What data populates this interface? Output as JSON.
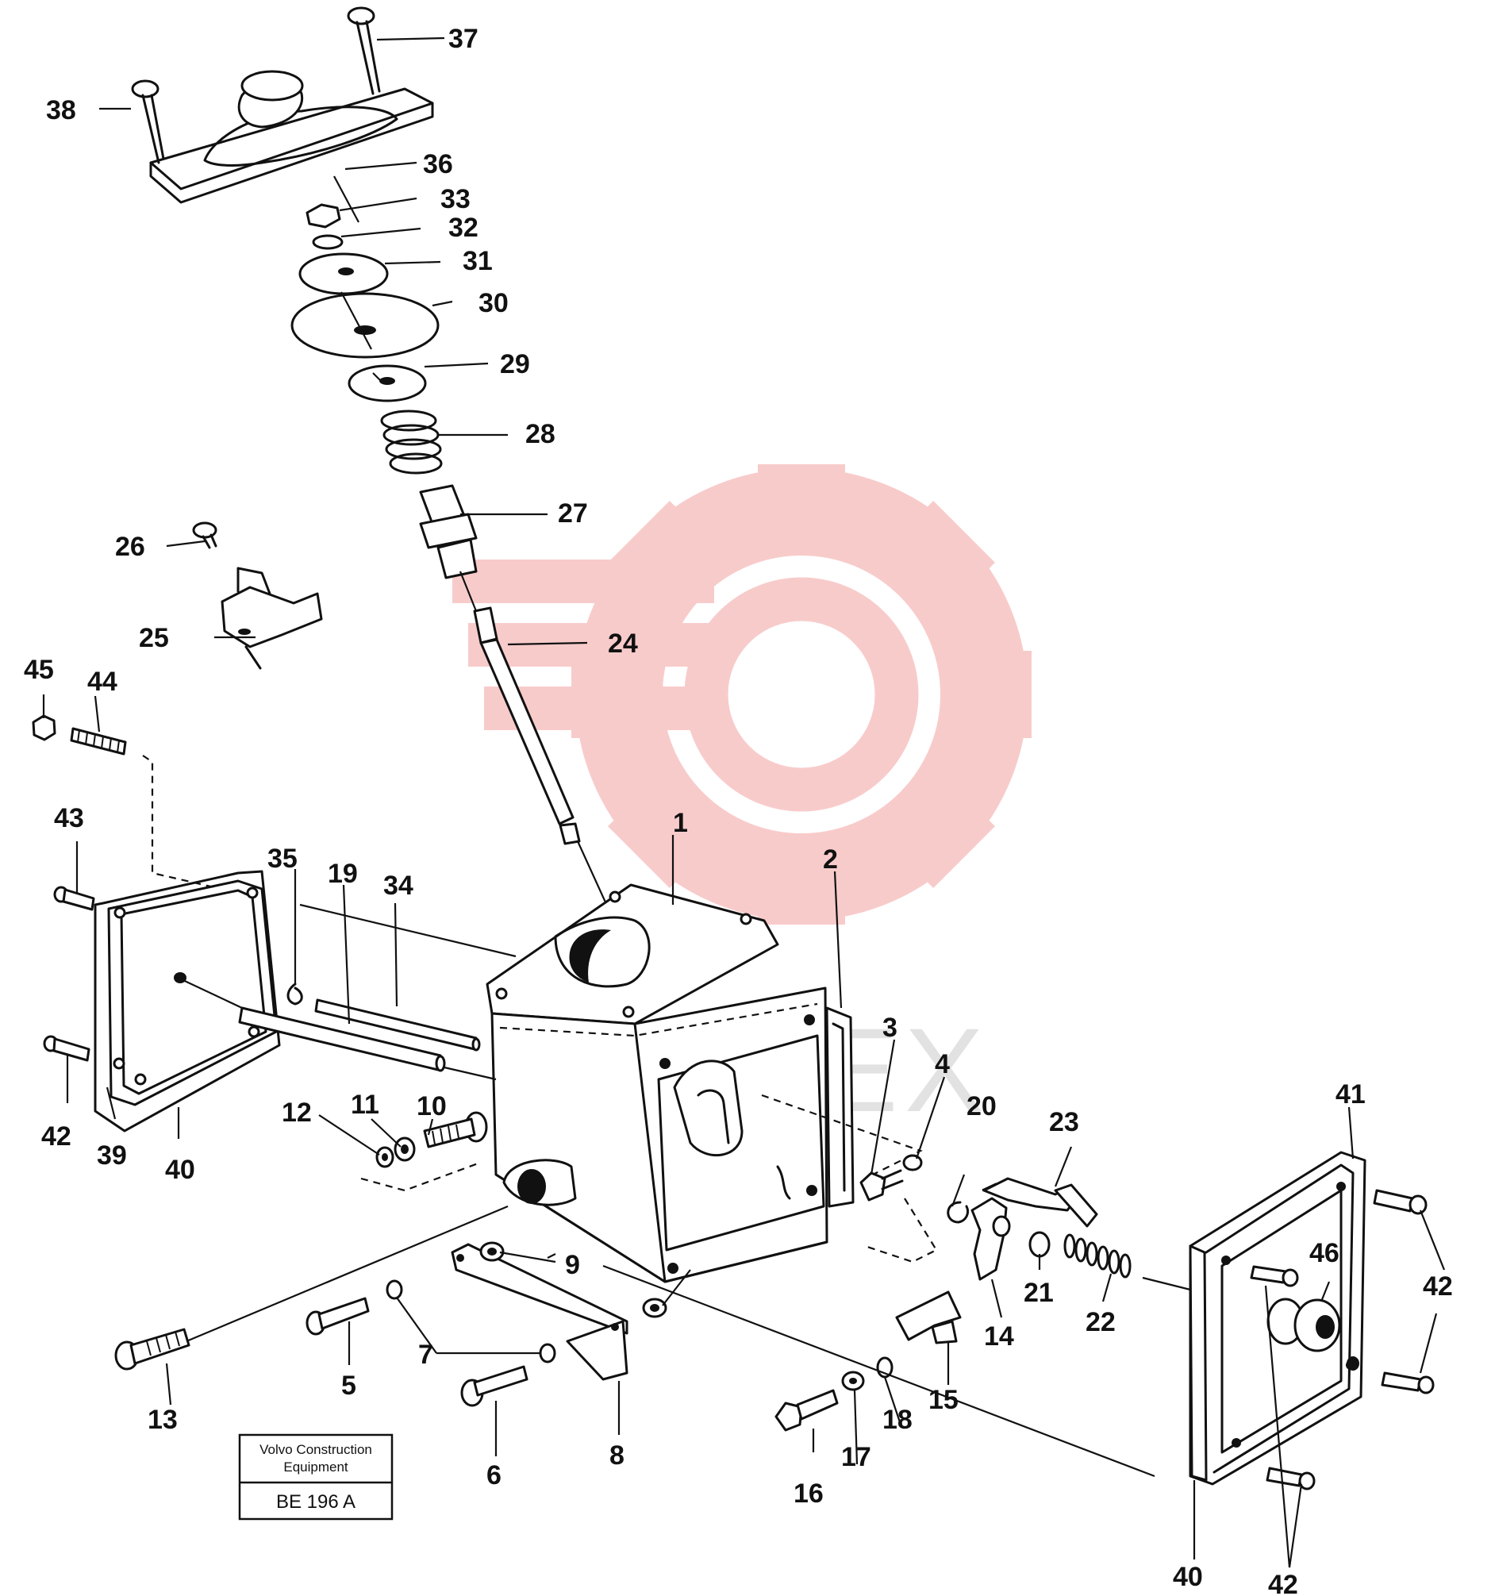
{
  "diagram": {
    "callouts": [
      "1",
      "2",
      "3",
      "4",
      "5",
      "6",
      "7",
      "8",
      "9",
      "10",
      "11",
      "12",
      "13",
      "14",
      "15",
      "16",
      "17",
      "18",
      "19",
      "20",
      "21",
      "22",
      "23",
      "24",
      "25",
      "26",
      "27",
      "28",
      "29",
      "30",
      "31",
      "32",
      "33",
      "34",
      "35",
      "36",
      "37",
      "38",
      "39",
      "40",
      "41",
      "42",
      "43",
      "44",
      "45",
      "46"
    ],
    "watermark_text": "ИНТЕХ",
    "watermark_color": "#f08c8c",
    "stamp": {
      "line1": "Volvo Construction",
      "line2": "Equipment",
      "code": "BE 196 A"
    }
  }
}
